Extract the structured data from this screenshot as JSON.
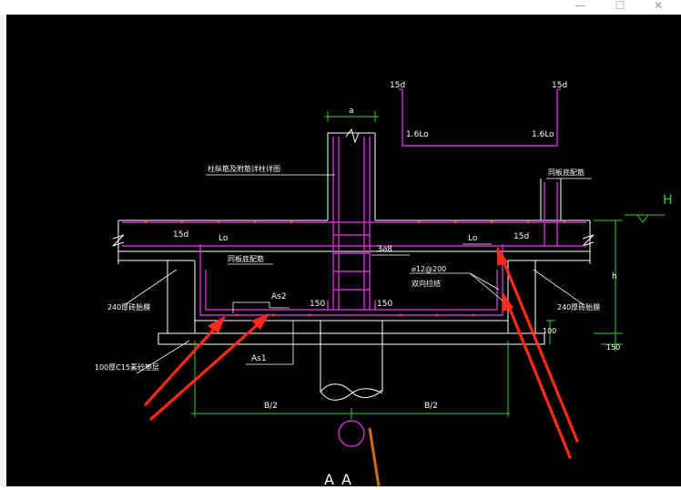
{
  "window": {
    "minimize_glyph": "—",
    "maximize_glyph": "☐",
    "close_glyph": "✕"
  },
  "drawing": {
    "dim_a": "a",
    "dim_15d_top_left": "15d",
    "dim_15d_top_right": "15d",
    "dim_16lo_left": "1.6Lo",
    "dim_16lo_right": "1.6Lo",
    "note_column": "柱纵筋及附筋详柱详图",
    "note_same_beam": "同板底配筋",
    "dim_15d_left": "15d",
    "dim_lo_left": "Lo",
    "dim_15d_right": "15d",
    "dim_lo_right": "Lo",
    "note_same_beam_lower": "同板底配筋",
    "note_3phi8": "3⌀8",
    "note_phi12": "⌀12@200",
    "note_phi12_sub": "双向拉结",
    "note_as2": "As2",
    "note_as1": "As1",
    "dim_150_left": "150",
    "dim_150_right": "150",
    "note_240_left": "240厚砖胎膜",
    "note_240_right": "240厚砖胎膜",
    "note_100_c15": "100厚C15素砼垫层",
    "dim_b2_left": "B/2",
    "dim_b2_right": "B/2",
    "dim_h": "h",
    "dim_100": "100",
    "dim_150_side": "150",
    "label_H": "H",
    "section_label": "A_A"
  },
  "colors": {
    "background": "#000000",
    "rebar": "#cc33cc",
    "outline": "#ffffff",
    "dimension": "#33cc33",
    "annotation_arrow": "#ff2a1a",
    "orange_stroke": "#d96a10"
  }
}
